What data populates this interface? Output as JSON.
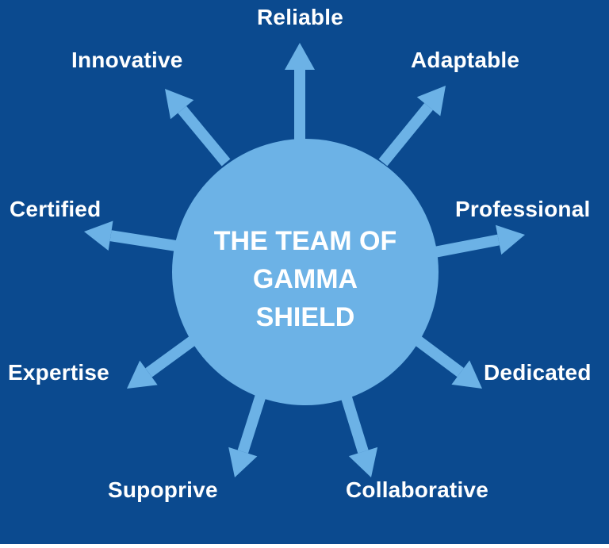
{
  "colors": {
    "background": "#0b4a8f",
    "hub": "#6cb2e6",
    "arrow": "#6cb2e6",
    "text": "#ffffff"
  },
  "hub": {
    "lines": [
      "THE TEAM OF",
      "GAMMA",
      "SHIELD"
    ]
  },
  "labels": {
    "reliable": "Reliable",
    "innovative": "Innovative",
    "adaptable": "Adaptable",
    "certified": "Certified",
    "professional": "Professional",
    "expertise": "Expertise",
    "dedicated": "Dedicated",
    "supoprive": "Supoprive",
    "collaborative": "Collaborative"
  }
}
